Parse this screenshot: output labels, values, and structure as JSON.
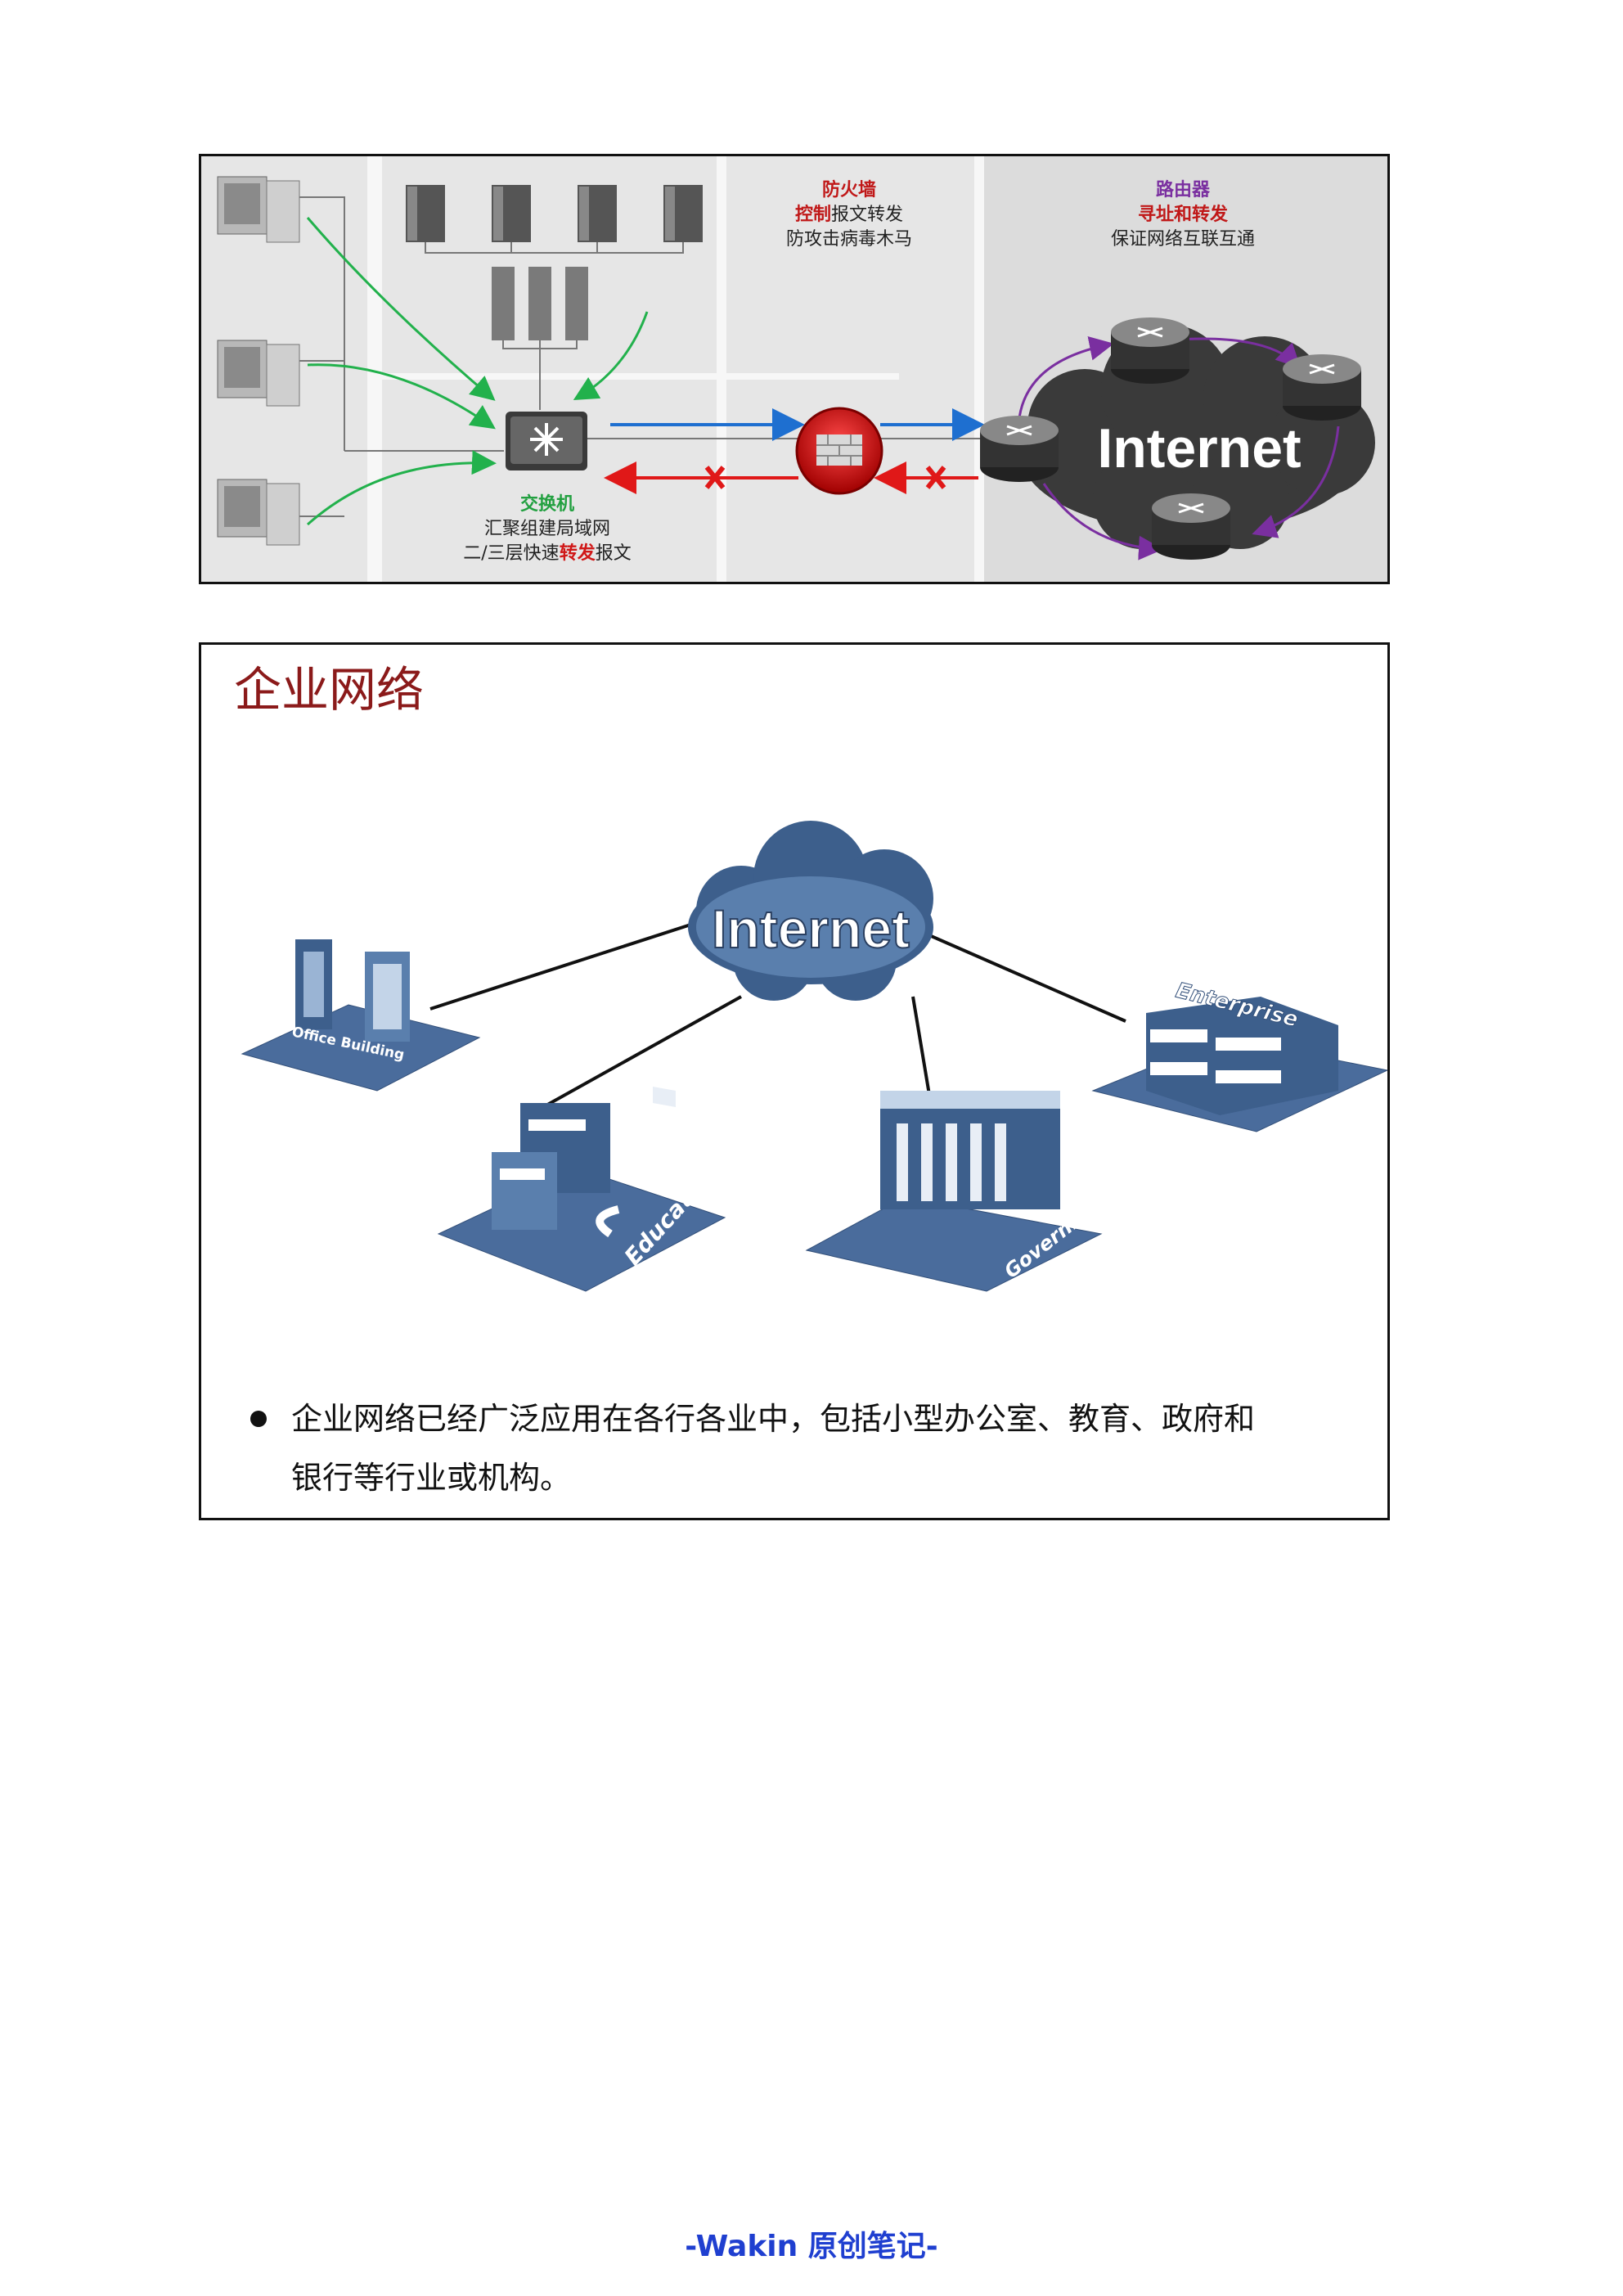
{
  "figure1": {
    "switch": {
      "title": "交换机",
      "desc1": "汇聚组建局域网",
      "desc2_pre": "二/三层快速",
      "desc2_hl": "转发",
      "desc2_post": "报文"
    },
    "firewall": {
      "title": "防火墙",
      "desc1_hl": "控制",
      "desc1_post": "报文转发",
      "desc2": "防攻击病毒木马"
    },
    "router": {
      "title": "路由器",
      "desc1": "寻址和转发",
      "desc2": "保证网络互联互通"
    },
    "cloud_label": "Internet"
  },
  "figure2": {
    "title": "企业网络",
    "cloud_label": "Internet",
    "nodes": {
      "office": "Office Building",
      "education": "Education",
      "government": "Government",
      "enterprise": "Enterprise"
    },
    "bullet_line1": "企业网络已经广泛应用在各行各业中，包括小型办公室、教育、政府和",
    "bullet_line2": "银行等行业或机构。"
  },
  "footer": "-Wakin 原创笔记-",
  "colors": {
    "accent_red": "#d01818",
    "router_purple": "#7a2fa0",
    "footer_blue": "#1f3fd0",
    "building_blue": "#3d5f8c"
  }
}
